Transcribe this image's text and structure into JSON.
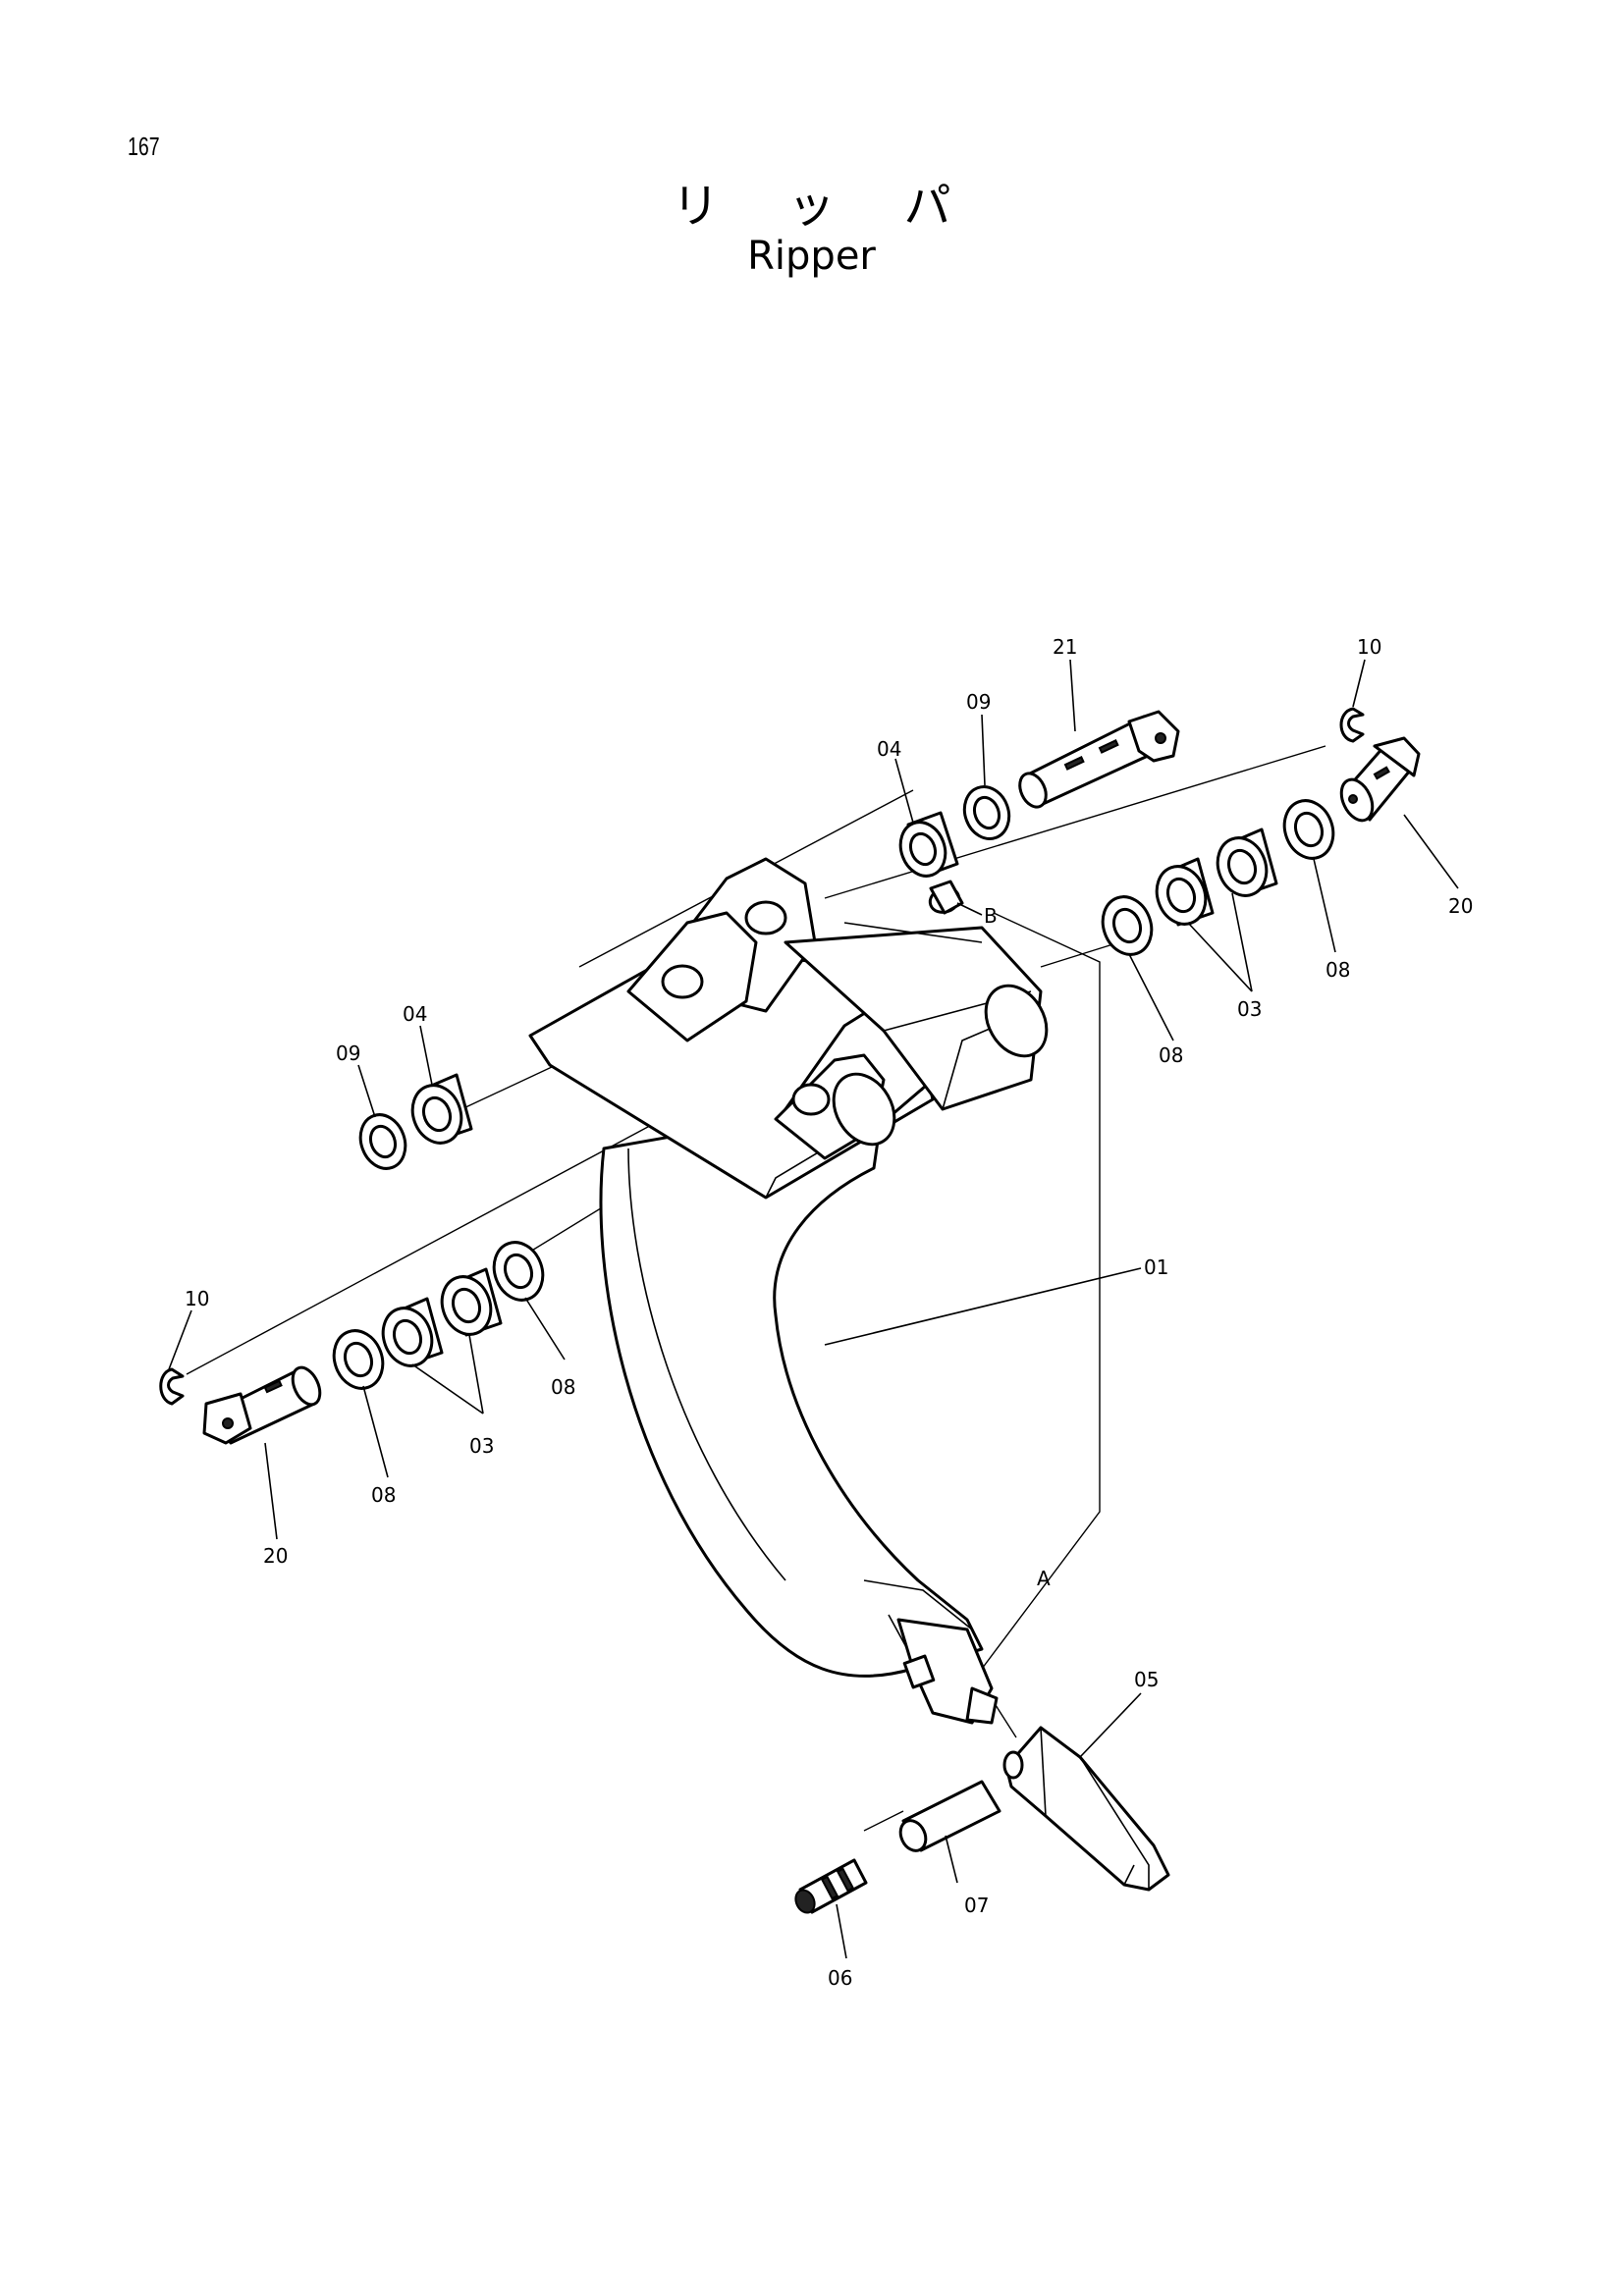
{
  "page_number": "167",
  "title_jp": "リッパ",
  "title_en": "Ripper",
  "callouts": {
    "p21": "21",
    "p09_top": "09",
    "p04_top": "04",
    "p10_right": "10",
    "p20_right": "20",
    "pB": "B",
    "p08_right_a": "08",
    "p08_right_b": "08",
    "p03_right": "03",
    "p04_left": "04",
    "p09_left": "09",
    "p01": "01",
    "p10_left": "10",
    "p08_left_a": "08",
    "p03_left": "03",
    "p08_left_b": "08",
    "p20_left": "20",
    "pA": "A",
    "p05": "05",
    "p07": "07",
    "p06": "06"
  }
}
